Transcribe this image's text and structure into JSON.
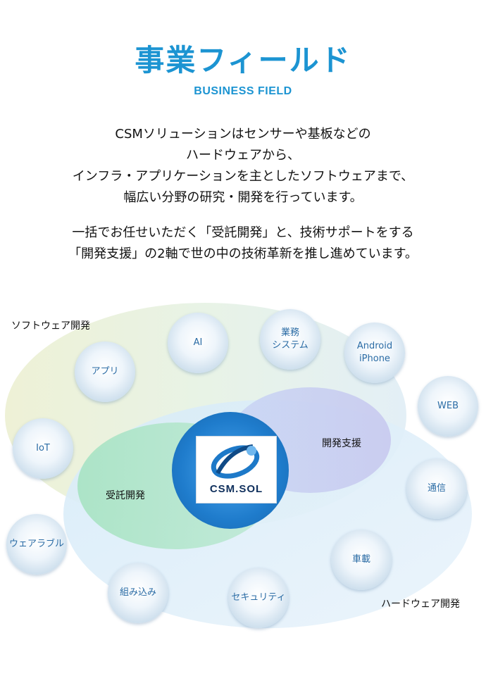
{
  "header": {
    "title": "事業フィールド",
    "subtitle": "BUSINESS FIELD"
  },
  "intro": {
    "paragraph1": [
      "CSMソリューションはセンサーや基板などの",
      "ハードウェアから、",
      "インフラ・アプリケーションを主としたソフトウェアまで、",
      "幅広い分野の研究・開発を行っています。"
    ],
    "paragraph2": [
      "一括でお任せいただく「受託開発」と、技術サポートをする",
      "「開発支援」の2軸で世の中の技術革新を推し進めています。"
    ]
  },
  "diagram": {
    "software_label": "ソフトウェア開発",
    "hardware_label": "ハードウェア開発",
    "contract_label": "受託開発",
    "support_label": "開発支援",
    "logo_text": "CSM.SOL",
    "bubbles": {
      "app": [
        "アプリ"
      ],
      "ai": [
        "AI"
      ],
      "business_system": [
        "業務",
        "システム"
      ],
      "android_iphone": [
        "Android",
        "iPhone"
      ],
      "web": [
        "WEB"
      ],
      "iot": [
        "IoT"
      ],
      "telecom": [
        "通信"
      ],
      "wearable": [
        "ウェアラブル"
      ],
      "automotive": [
        "車載"
      ],
      "embedded": [
        "組み込み"
      ],
      "security": [
        "セキュリティ"
      ]
    }
  }
}
